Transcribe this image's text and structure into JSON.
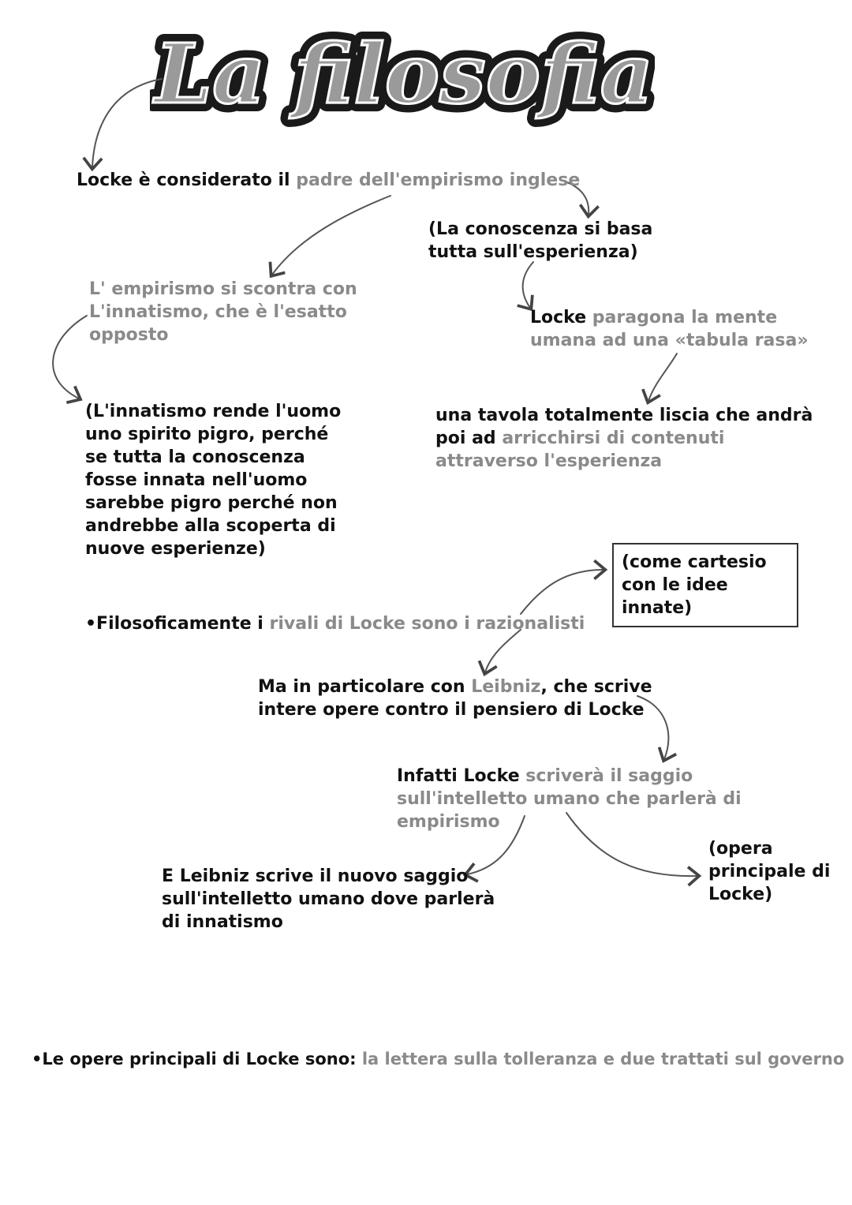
{
  "title": "La filosofia",
  "notes": {
    "n1": {
      "a": "Locke è considerato il ",
      "b": "padre dell'empirismo inglese"
    },
    "n2": {
      "a": "(La conoscenza si basa",
      "b": "tutta sull'esperienza)"
    },
    "n3": {
      "a": "L' empirismo si scontra con",
      "b": "L'innatismo, che è l'esatto",
      "c": "opposto"
    },
    "n4": {
      "a": "Locke",
      "b": " paragona la mente",
      "c": "umana ad una «tabula rasa»"
    },
    "n5": {
      "lines": [
        "(L'innatismo rende l'uomo",
        "uno spirito pigro, perché",
        "se tutta la conoscenza",
        "fosse innata nell'uomo",
        "sarebbe pigro perché non",
        "andrebbe alla scoperta di",
        "nuove esperienze)"
      ]
    },
    "n6": {
      "a": "una tavola totalmente liscia che andrà",
      "b": "poi ad ",
      "c": "arricchirsi di contenuti",
      "d": "attraverso l'esperienza"
    },
    "n7": {
      "a": "(come cartesio",
      "b": "con le idee innate)"
    },
    "n8": {
      "a": "•Filosoficamente i ",
      "b": "rivali di Locke sono i razionalisti"
    },
    "n9": {
      "a": "Ma in particolare con ",
      "b": "Leibniz",
      "c": ", che scrive",
      "d": "intere opere contro il pensiero di Locke"
    },
    "n10": {
      "a": "Infatti Locke",
      "b": " scriverà il saggio",
      "c": "sull'intelletto umano che parlerà di",
      "d": "empirismo"
    },
    "n11": {
      "a": "E Leibniz scrive il nuovo saggio",
      "b": "sull'intelletto umano dove parlerà",
      "c": "di innatismo"
    },
    "n12": {
      "a": "(opera",
      "b": "principale di",
      "c": "Locke)"
    },
    "n13": {
      "a": "•Le opere principali di Locke sono: ",
      "b": "la lettera sulla tolleranza e due trattati sul governo"
    }
  }
}
